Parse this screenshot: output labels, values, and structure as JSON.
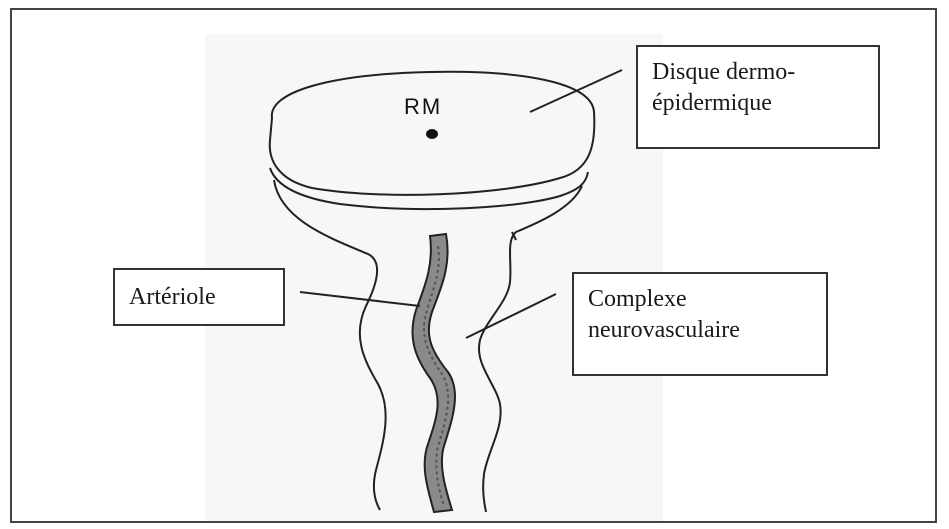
{
  "labels": {
    "disque_line1": "Disque dermo-",
    "disque_line2": "épidermique",
    "arteriole": "Artériole",
    "complexe_line1": "Complexe",
    "complexe_line2": "neurovasculaire",
    "rm": "RM"
  },
  "colors": {
    "frame_border": "#444444",
    "ink": "#222222",
    "arteriole_fill": "#8a8a8a",
    "sketch_background": "#f7f7f7"
  }
}
